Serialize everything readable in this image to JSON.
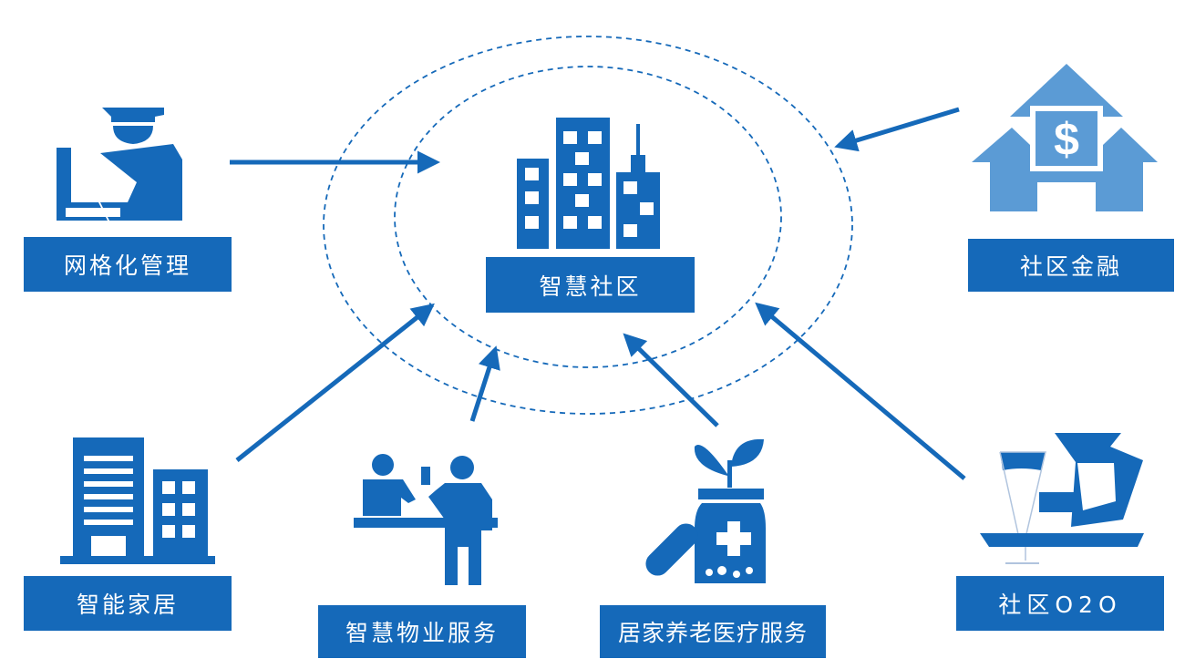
{
  "center": {
    "label": "智慧社区"
  },
  "nodes": {
    "grid_management": "网格化管理",
    "community_finance": "社区金融",
    "smart_home": "智能家居",
    "smart_property": "智慧物业服务",
    "elderly_medical": "居家养老医疗服务",
    "community_o2o": "社区O2O"
  },
  "icons": {
    "currency_symbol": "$"
  },
  "colors": {
    "primary": "#1569b9",
    "light": "#5b9bd5"
  }
}
